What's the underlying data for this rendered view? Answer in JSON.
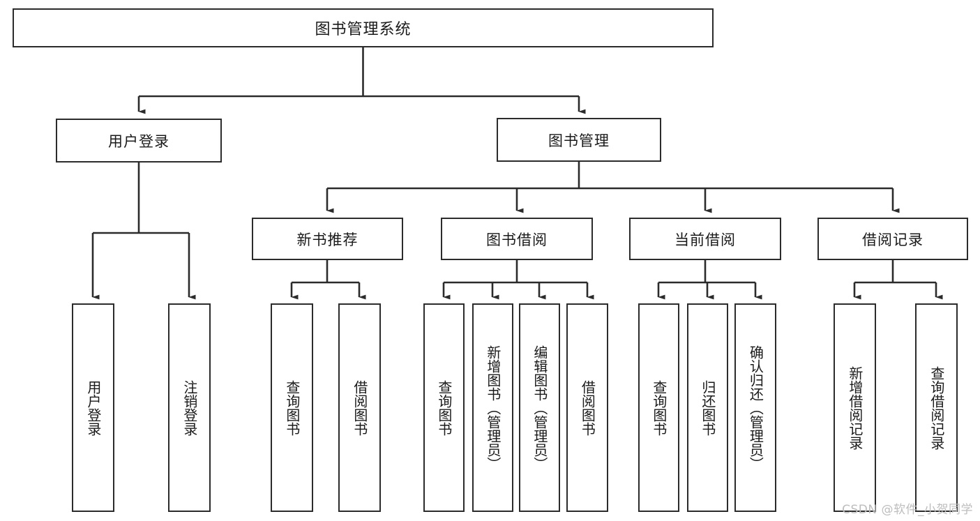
{
  "diagram": {
    "type": "tree-hierarchy",
    "title": "图书管理系统",
    "watermark": "CSDN @软件_小贺同学",
    "colors": {
      "background": "#ffffff",
      "stroke": "#2b2b2b",
      "text": "#1a1a1a",
      "watermark": "#bdbdbd"
    },
    "nodes": {
      "root": {
        "label": "图书管理系统"
      },
      "level1": [
        {
          "label": "用户登录"
        },
        {
          "label": "图书管理"
        }
      ],
      "level2": [
        {
          "label": "新书推荐"
        },
        {
          "label": "图书借阅"
        },
        {
          "label": "当前借阅"
        },
        {
          "label": "借阅记录"
        }
      ],
      "leaves": {
        "user_login": [
          {
            "label": "用户登录"
          },
          {
            "label": "注销登录"
          }
        ],
        "new_book_recommend": [
          {
            "label": "查询图书"
          },
          {
            "label": "借阅图书"
          }
        ],
        "book_borrow": [
          {
            "label": "查询图书"
          },
          {
            "label": "新增图书（管理员）"
          },
          {
            "label": "编辑图书（管理员）"
          },
          {
            "label": "借阅图书"
          }
        ],
        "current_borrow": [
          {
            "label": "查询图书"
          },
          {
            "label": "归还图书"
          },
          {
            "label": "确认归还（管理员）"
          }
        ],
        "borrow_records": [
          {
            "label": "新增借阅记录"
          },
          {
            "label": "查询借阅记录"
          }
        ]
      }
    }
  }
}
